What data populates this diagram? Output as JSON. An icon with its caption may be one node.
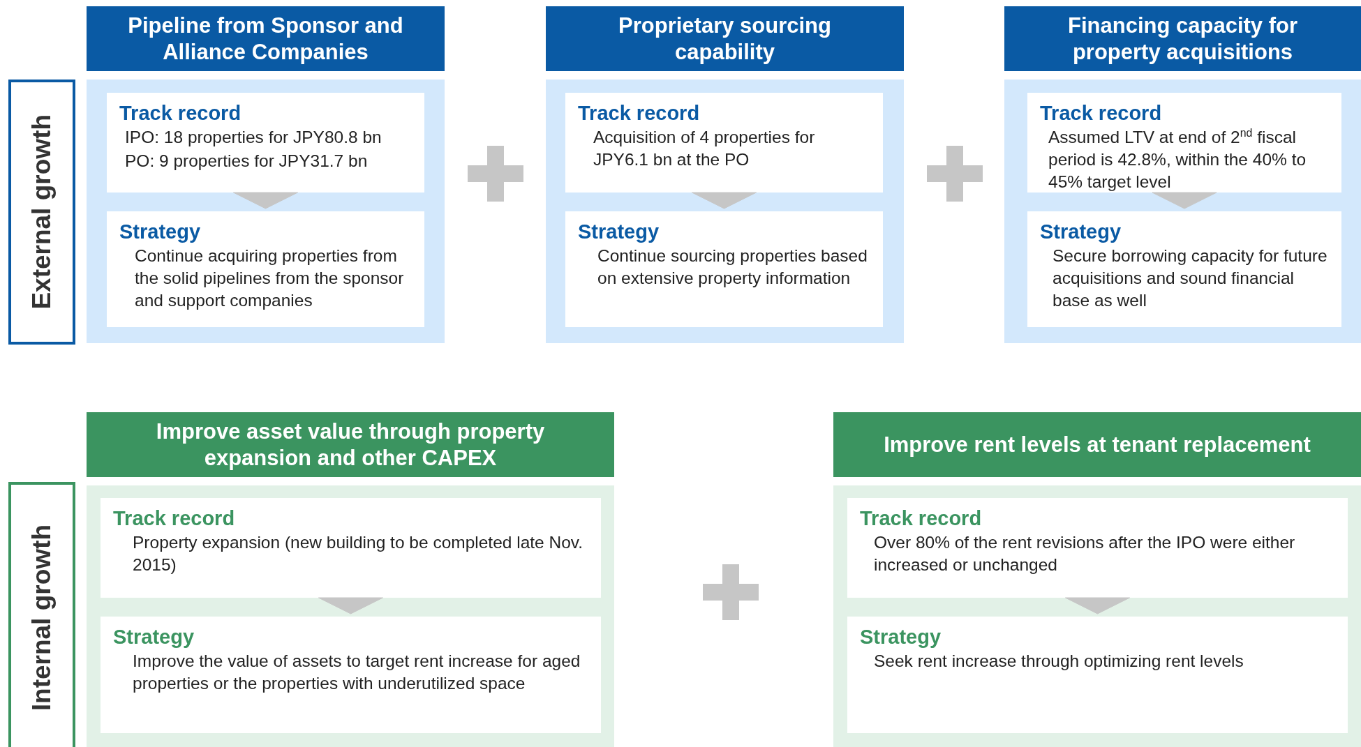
{
  "diagram": {
    "nodes": [
      {
        "text": [
          "External growth"
        ]
      },
      {
        "text": [
          "Pipeline from Sponsor and Alliance Companies"
        ]
      },
      {
        "text": [
          "Track record",
          "IPO: 18 properties for JPY80.8 bn",
          "PO: 9 properties for JPY31.7 bn"
        ],
        "in": 1
      },
      {
        "text": [
          "Strategy",
          "Continue acquiring properties from the solid pipelines from the sponsor and support companies"
        ],
        "in": 1
      },
      {
        "text": [
          "Proprietary sourcing capability"
        ]
      },
      {
        "text": [
          "Track record",
          "Acquisition of 4 properties for JPY6.1 bn at the PO"
        ],
        "in": 4
      },
      {
        "text": [
          "Strategy",
          "Continue sourcing properties based on extensive property information"
        ],
        "in": 4
      },
      {
        "text": [
          "Financing capacity for property acquisitions"
        ]
      },
      {
        "text": [
          "Track record",
          "Assumed LTV at end of 2$^{nd}$ fiscal period is 42.8%, within the 40% to 45% target level"
        ],
        "in": 7
      },
      {
        "text": [
          "Strategy",
          "Secure borrowing capacity for future acquisitions and sound financial base as well"
        ],
        "in": 7
      },
      {
        "text": [
          "Internal growth"
        ]
      },
      {
        "text": [
          "Improve asset value through property expansion and other CAPEX"
        ]
      },
      {
        "text": [
          "Track record",
          "Property expansion (new building to be completed late Nov. 2015)"
        ],
        "in": 11
      },
      {
        "text": [
          "Strategy",
          "Improve the value of assets to target rent increase for aged properties or the properties with underutilized space"
        ],
        "in": 11
      },
      {
        "text": [
          "Improve rent levels at tenant replacement"
        ]
      },
      {
        "text": [
          "Track record",
          "Over 80% of the rent revisions after the IPO were either increased or unchanged"
        ],
        "in": 14
      },
      {
        "text": [
          "Strategy",
          "Seek rent increase through optimizing rent levels"
        ],
        "in": 14
      }
    ],
    "edges": [
      {
        "from": 2,
        "to": 3,
        "arrow": "to"
      },
      {
        "from": 5,
        "to": 6,
        "arrow": "to"
      },
      {
        "from": 8,
        "to": 9,
        "arrow": "to"
      },
      {
        "from": 12,
        "to": 13,
        "arrow": "to"
      },
      {
        "from": 15,
        "to": 16,
        "arrow": "to"
      }
    ]
  }
}
